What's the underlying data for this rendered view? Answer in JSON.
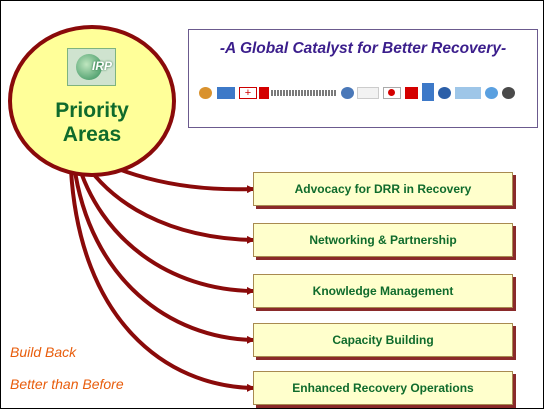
{
  "oval": {
    "title_line1": "Priority",
    "title_line2": "Areas",
    "logo_text": "IRP"
  },
  "catalyst": {
    "tagline": "-A Global Catalyst for Better Recovery-"
  },
  "areas": [
    "Advocacy for DRR in Recovery",
    "Networking & Partnership",
    "Knowledge Management",
    "Capacity Building",
    "Enhanced Recovery Operations"
  ],
  "slogan": {
    "line1": "Build Back",
    "line2": "Better than Before"
  },
  "colors": {
    "arrow": "#8a0a0a",
    "box_fill": "#ffffcc",
    "box_text": "#0f6b2c",
    "tagline": "#3b1e8c",
    "oval_fill": "#ffff99",
    "slogan": "#e85d0c"
  }
}
